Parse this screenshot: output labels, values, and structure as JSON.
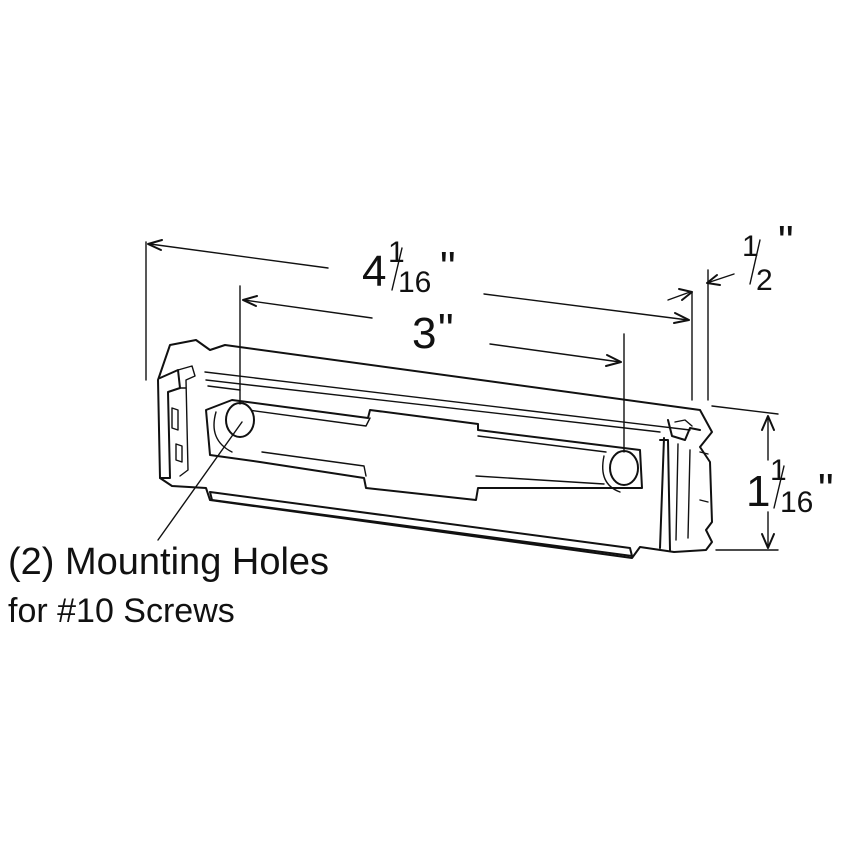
{
  "dimensions": {
    "overall_length": {
      "whole": "4",
      "numerator": "1",
      "denominator": "16",
      "unit": "\""
    },
    "hole_spacing": {
      "whole": "3",
      "unit": "\""
    },
    "thickness": {
      "numerator": "1",
      "denominator": "2",
      "unit": "\""
    },
    "height": {
      "whole": "1",
      "numerator": "1",
      "denominator": "16",
      "unit": "\""
    }
  },
  "callout": {
    "line1": "(2) Mounting Holes",
    "line2": "for #10 Screws"
  },
  "colors": {
    "ink": "#111111",
    "background": "#ffffff"
  }
}
